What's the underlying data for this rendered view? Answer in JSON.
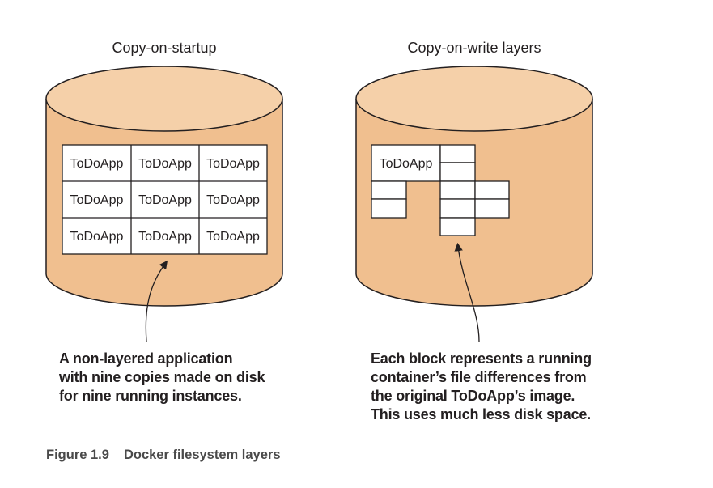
{
  "left": {
    "title": "Copy-on-startup",
    "grid": [
      [
        "ToDoApp",
        "ToDoApp",
        "ToDoApp"
      ],
      [
        "ToDoApp",
        "ToDoApp",
        "ToDoApp"
      ],
      [
        "ToDoApp",
        "ToDoApp",
        "ToDoApp"
      ]
    ],
    "caption": [
      "A non-layered application",
      "with nine copies made on disk",
      "for nine running instances."
    ]
  },
  "right": {
    "title": "Copy-on-write layers",
    "base_label": "ToDoApp",
    "caption": [
      "Each block represents a running",
      "container’s file differences from",
      "the original ToDoApp’s image.",
      "This uses much less disk space."
    ]
  },
  "figure": {
    "number": "Figure 1.9",
    "title": "Docker filesystem layers"
  },
  "colors": {
    "cylinder_fill": "#f0bf8f",
    "cylinder_top": "#f5d0a9",
    "stroke": "#231f20"
  }
}
